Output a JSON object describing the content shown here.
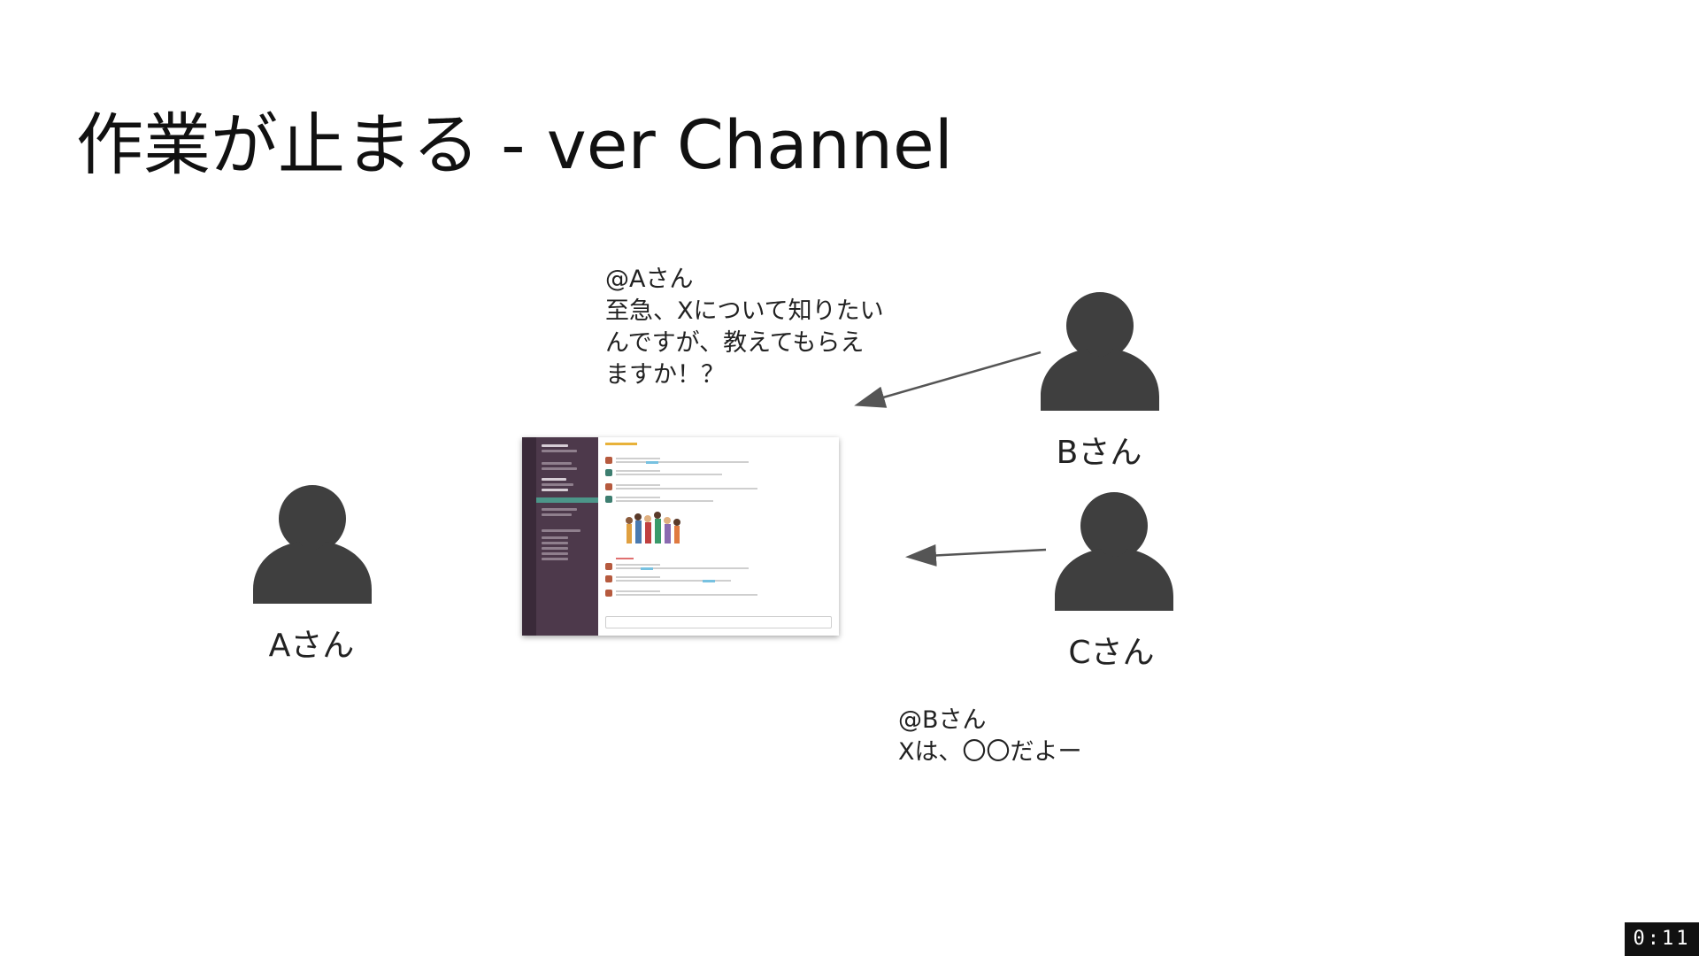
{
  "slide": {
    "title": "作業が止まる - ver Channel"
  },
  "people": {
    "a_label": "Aさん",
    "b_label": "Bさん",
    "c_label": "Cさん"
  },
  "messages": {
    "to_a": "@Aさん\n至急、Xについて知りたい\nんですが、教えてもらえ\nますか！？",
    "to_b": "@Bさん\nXは、〇〇だよー"
  },
  "icons": {
    "person": "person-icon",
    "app": "chat-app-icon"
  },
  "colors": {
    "person_fill": "#3f3f3f",
    "arrow": "#555555",
    "app_sidebar": "#4d394b"
  },
  "player": {
    "elapsed": "0:11"
  }
}
